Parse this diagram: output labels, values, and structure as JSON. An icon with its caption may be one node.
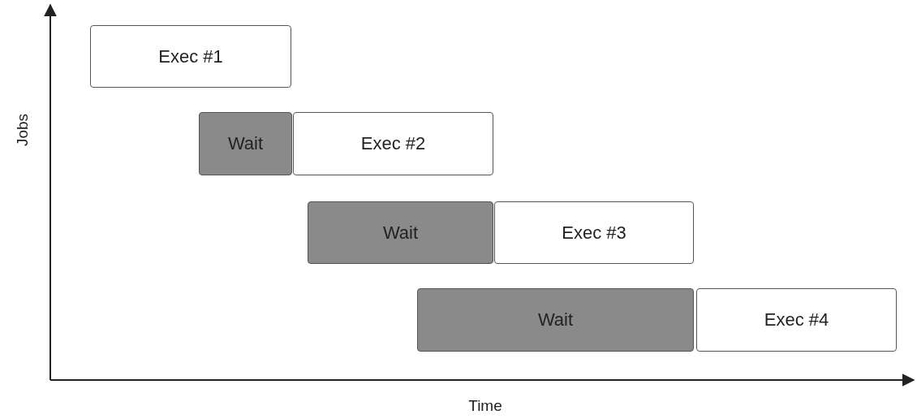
{
  "diagram": {
    "nodes": [
      {
        "text": [
          "Exec #1"
        ]
      },
      {
        "text": [
          "Wait"
        ]
      },
      {
        "text": [
          "Exec #2"
        ]
      },
      {
        "text": [
          "Wait"
        ]
      },
      {
        "text": [
          "Exec #3"
        ]
      },
      {
        "text": [
          "Wait"
        ]
      },
      {
        "text": [
          "Exec #4"
        ]
      }
    ],
    "edges": [],
    "labels": [
      "Jobs",
      "Time"
    ]
  }
}
